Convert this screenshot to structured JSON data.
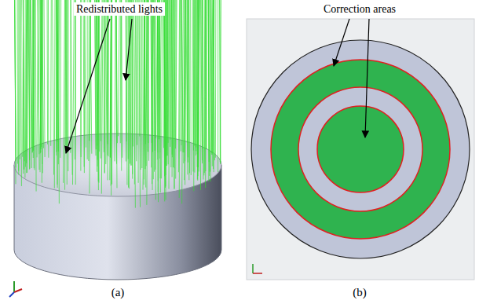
{
  "diagram": {
    "labels": [
      "Redistributed lights",
      "Correction areas",
      "(a)",
      "(b)"
    ]
  }
}
